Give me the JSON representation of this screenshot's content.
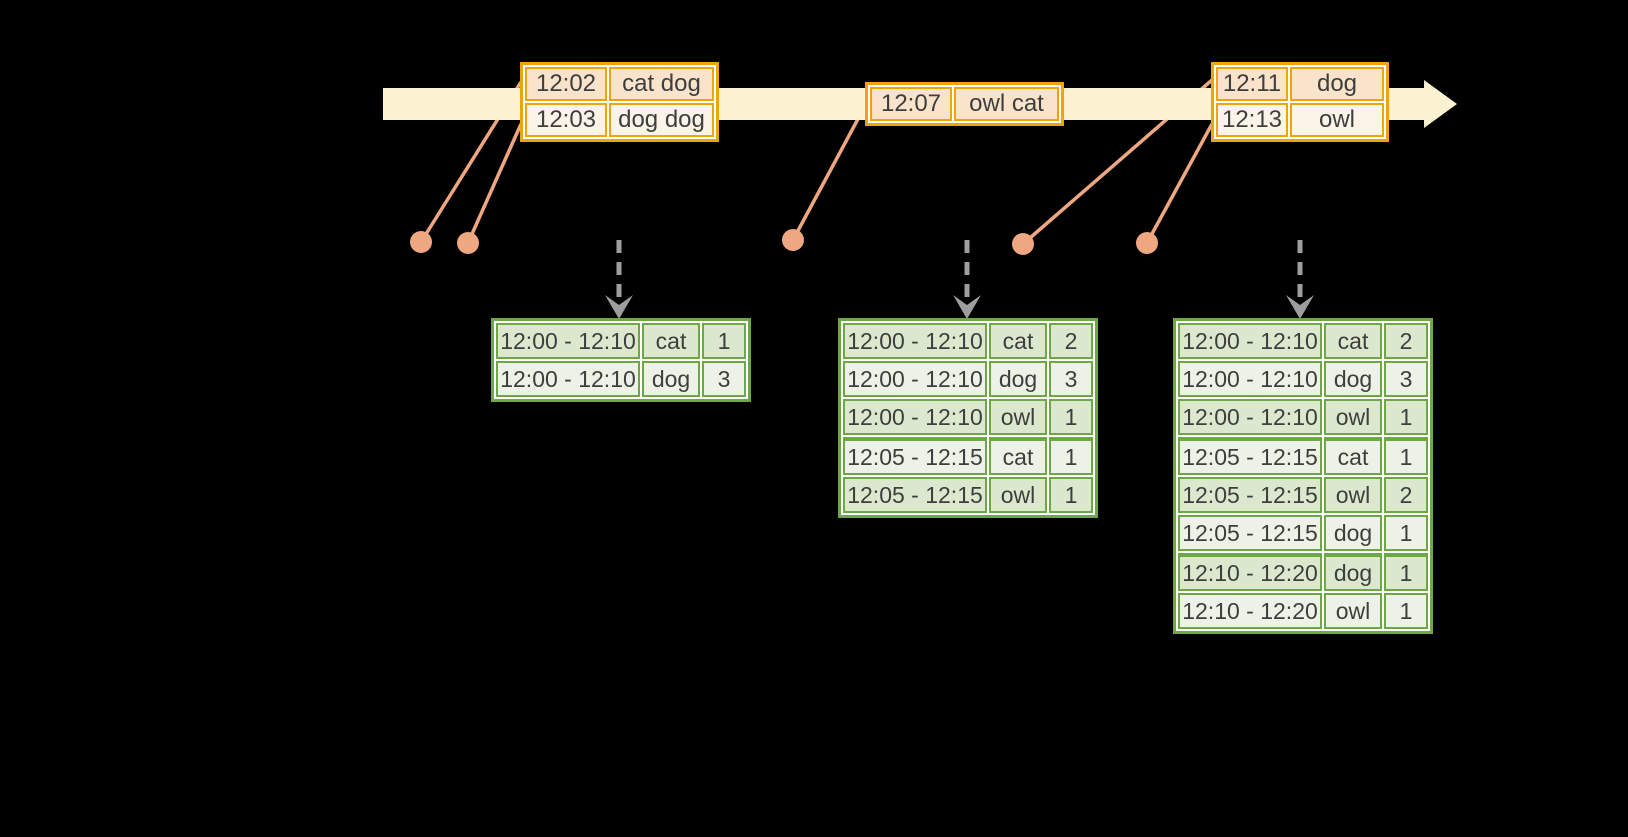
{
  "input_stream": {
    "batches": [
      {
        "events": [
          {
            "time": "12:02",
            "words": "cat dog"
          },
          {
            "time": "12:03",
            "words": "dog dog"
          }
        ]
      },
      {
        "events": [
          {
            "time": "12:07",
            "words": "owl cat"
          }
        ]
      },
      {
        "events": [
          {
            "time": "12:11",
            "words": "dog"
          },
          {
            "time": "12:13",
            "words": "owl"
          }
        ]
      }
    ]
  },
  "result_tables": [
    {
      "rows": [
        {
          "window": "12:00 - 12:10",
          "word": "cat",
          "count": "1"
        },
        {
          "window": "12:00 - 12:10",
          "word": "dog",
          "count": "3"
        }
      ]
    },
    {
      "rows": [
        {
          "window": "12:00 - 12:10",
          "word": "cat",
          "count": "2"
        },
        {
          "window": "12:00 - 12:10",
          "word": "dog",
          "count": "3"
        },
        {
          "window": "12:00 - 12:10",
          "word": "owl",
          "count": "1"
        },
        {
          "window": "12:05 - 12:15",
          "word": "cat",
          "count": "1"
        },
        {
          "window": "12:05 - 12:15",
          "word": "owl",
          "count": "1"
        }
      ]
    },
    {
      "rows": [
        {
          "window": "12:00 - 12:10",
          "word": "cat",
          "count": "2"
        },
        {
          "window": "12:00 - 12:10",
          "word": "dog",
          "count": "3"
        },
        {
          "window": "12:00 - 12:10",
          "word": "owl",
          "count": "1"
        },
        {
          "window": "12:05 - 12:15",
          "word": "cat",
          "count": "1"
        },
        {
          "window": "12:05 - 12:15",
          "word": "owl",
          "count": "2"
        },
        {
          "window": "12:05 - 12:15",
          "word": "dog",
          "count": "1"
        },
        {
          "window": "12:10 - 12:20",
          "word": "dog",
          "count": "1"
        },
        {
          "window": "12:10 - 12:20",
          "word": "owl",
          "count": "1"
        }
      ]
    }
  ],
  "colors": {
    "background": "#000000",
    "timeline_fill": "#FBF2D2",
    "event_table_border": "#F0A30A",
    "event_row_peach": "#F9E3CB",
    "event_row_cream": "#FCF4E8",
    "event_marker_salmon": "#EFA781",
    "trigger_arrow_gray": "#9E9E9E",
    "result_table_border": "#6FA746",
    "result_row_sage": "#DCE8CE",
    "result_row_light": "#EDF2E6",
    "text": "#3E3E3E"
  }
}
